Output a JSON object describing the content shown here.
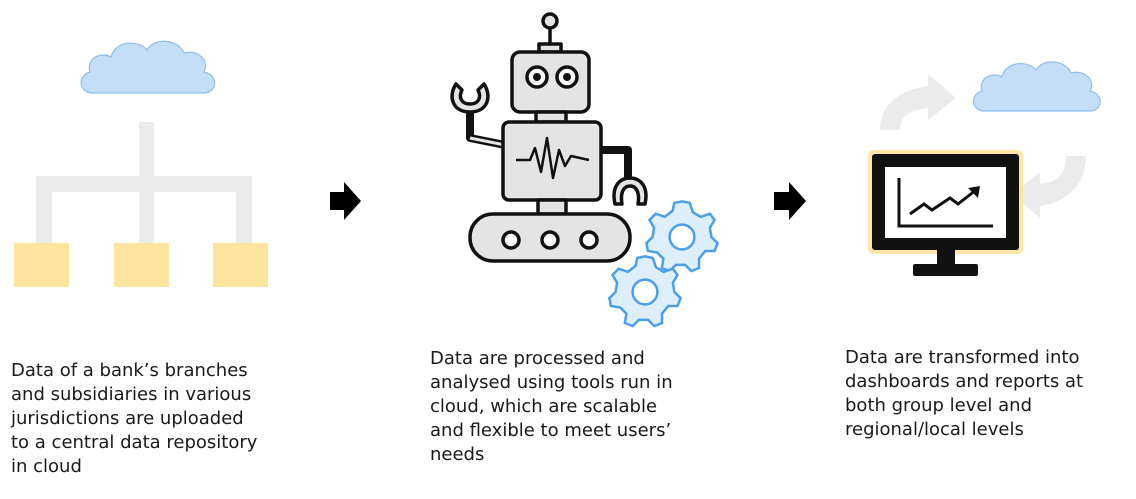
{
  "steps": [
    {
      "id": "upload",
      "icon": "org-hierarchy-cloud-icon",
      "caption": "Data of a bank’s branches\nand subsidiaries in various\njurisdictions are uploaded\nto a central data repository\nin cloud"
    },
    {
      "id": "process",
      "icon": "robot-gears-icon",
      "caption": "Data are processed and\nanalysed using tools run in\ncloud, which are scalable\nand flexible to meet users’\nneeds"
    },
    {
      "id": "report",
      "icon": "monitor-dashboard-icon",
      "caption": "Data are transformed into\ndashboards and reports at\nboth group level and\nregional/local levels"
    }
  ],
  "colors": {
    "cloud_fill": "#c5def7",
    "cloud_stroke": "#8fbde8",
    "connector": "#ebebeb",
    "box_fill": "#fde49e",
    "robot_body": "#e4e4e4",
    "outline": "#111111",
    "gear_fill": "#ddeefc",
    "gear_stroke": "#4c9ee6",
    "monitor_glow": "#fbe39a",
    "arrow": "#000000"
  }
}
